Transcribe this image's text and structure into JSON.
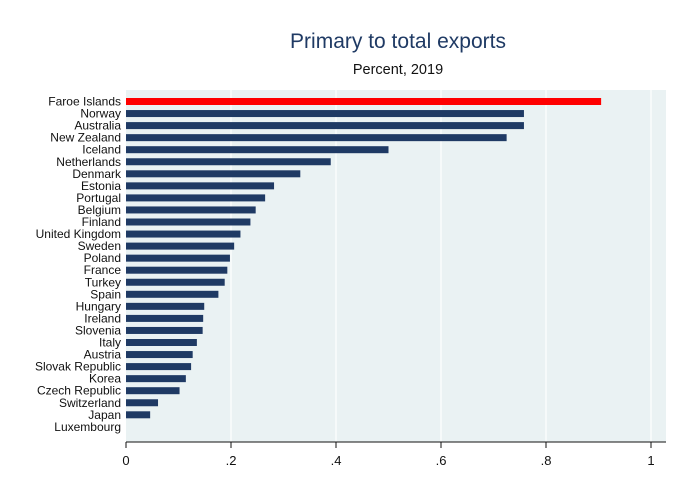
{
  "chart_data": {
    "type": "bar",
    "orientation": "horizontal",
    "title": "Primary to total exports",
    "subtitle": "Percent, 2019",
    "xlabel": "",
    "ylabel": "",
    "xlim": [
      0,
      1
    ],
    "xticks": [
      0,
      0.2,
      0.4,
      0.6,
      0.8,
      1
    ],
    "xtick_labels": [
      "0",
      ".2",
      ".4",
      ".6",
      ".8",
      "1"
    ],
    "grid": "vertical",
    "colors": {
      "highlight": "#ff0000",
      "bar": "#1f3a64",
      "plot_background": "#eaf2f3",
      "outer_background": "#ffffff",
      "gridline": "#ffffff"
    },
    "highlight_category": "Faroe Islands",
    "categories": [
      "Faroe Islands",
      "Norway",
      "Australia",
      "New Zealand",
      "Iceland",
      "Netherlands",
      "Denmark",
      "Estonia",
      "Portugal",
      "Belgium",
      "Finland",
      "United Kingdom",
      "Sweden",
      "Poland",
      "France",
      "Turkey",
      "Spain",
      "Hungary",
      "Ireland",
      "Slovenia",
      "Italy",
      "Austria",
      "Slovak Republic",
      "Korea",
      "Czech Republic",
      "Switzerland",
      "Japan",
      "Luxembourg"
    ],
    "values": [
      0.905,
      0.758,
      0.758,
      0.725,
      0.5,
      0.39,
      0.332,
      0.282,
      0.265,
      0.247,
      0.237,
      0.218,
      0.206,
      0.198,
      0.193,
      0.188,
      0.176,
      0.149,
      0.147,
      0.146,
      0.135,
      0.127,
      0.124,
      0.114,
      0.102,
      0.061,
      0.046,
      0.0
    ]
  }
}
